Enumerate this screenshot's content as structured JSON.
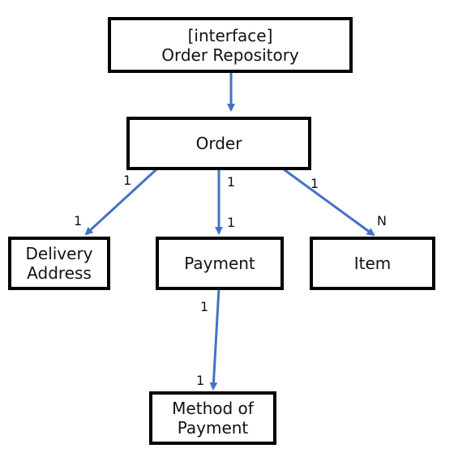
{
  "nodes": {
    "order_repository": {
      "line1": "[interface]",
      "line2": "Order Repository"
    },
    "order": {
      "label": "Order"
    },
    "delivery_address": {
      "line1": "Delivery",
      "line2": "Address"
    },
    "payment": {
      "label": "Payment"
    },
    "item": {
      "label": "Item"
    },
    "method_of_payment": {
      "line1": "Method of",
      "line2": "Payment"
    }
  },
  "edges": {
    "order_delivery": {
      "source_mult": "1",
      "target_mult": "1"
    },
    "order_payment": {
      "source_mult": "1",
      "target_mult": "1"
    },
    "order_item": {
      "source_mult": "1",
      "target_mult": "N"
    },
    "payment_method": {
      "source_mult": "1",
      "target_mult": "1"
    }
  },
  "colors": {
    "arrow": "#4472C4",
    "box_border": "#000000"
  }
}
